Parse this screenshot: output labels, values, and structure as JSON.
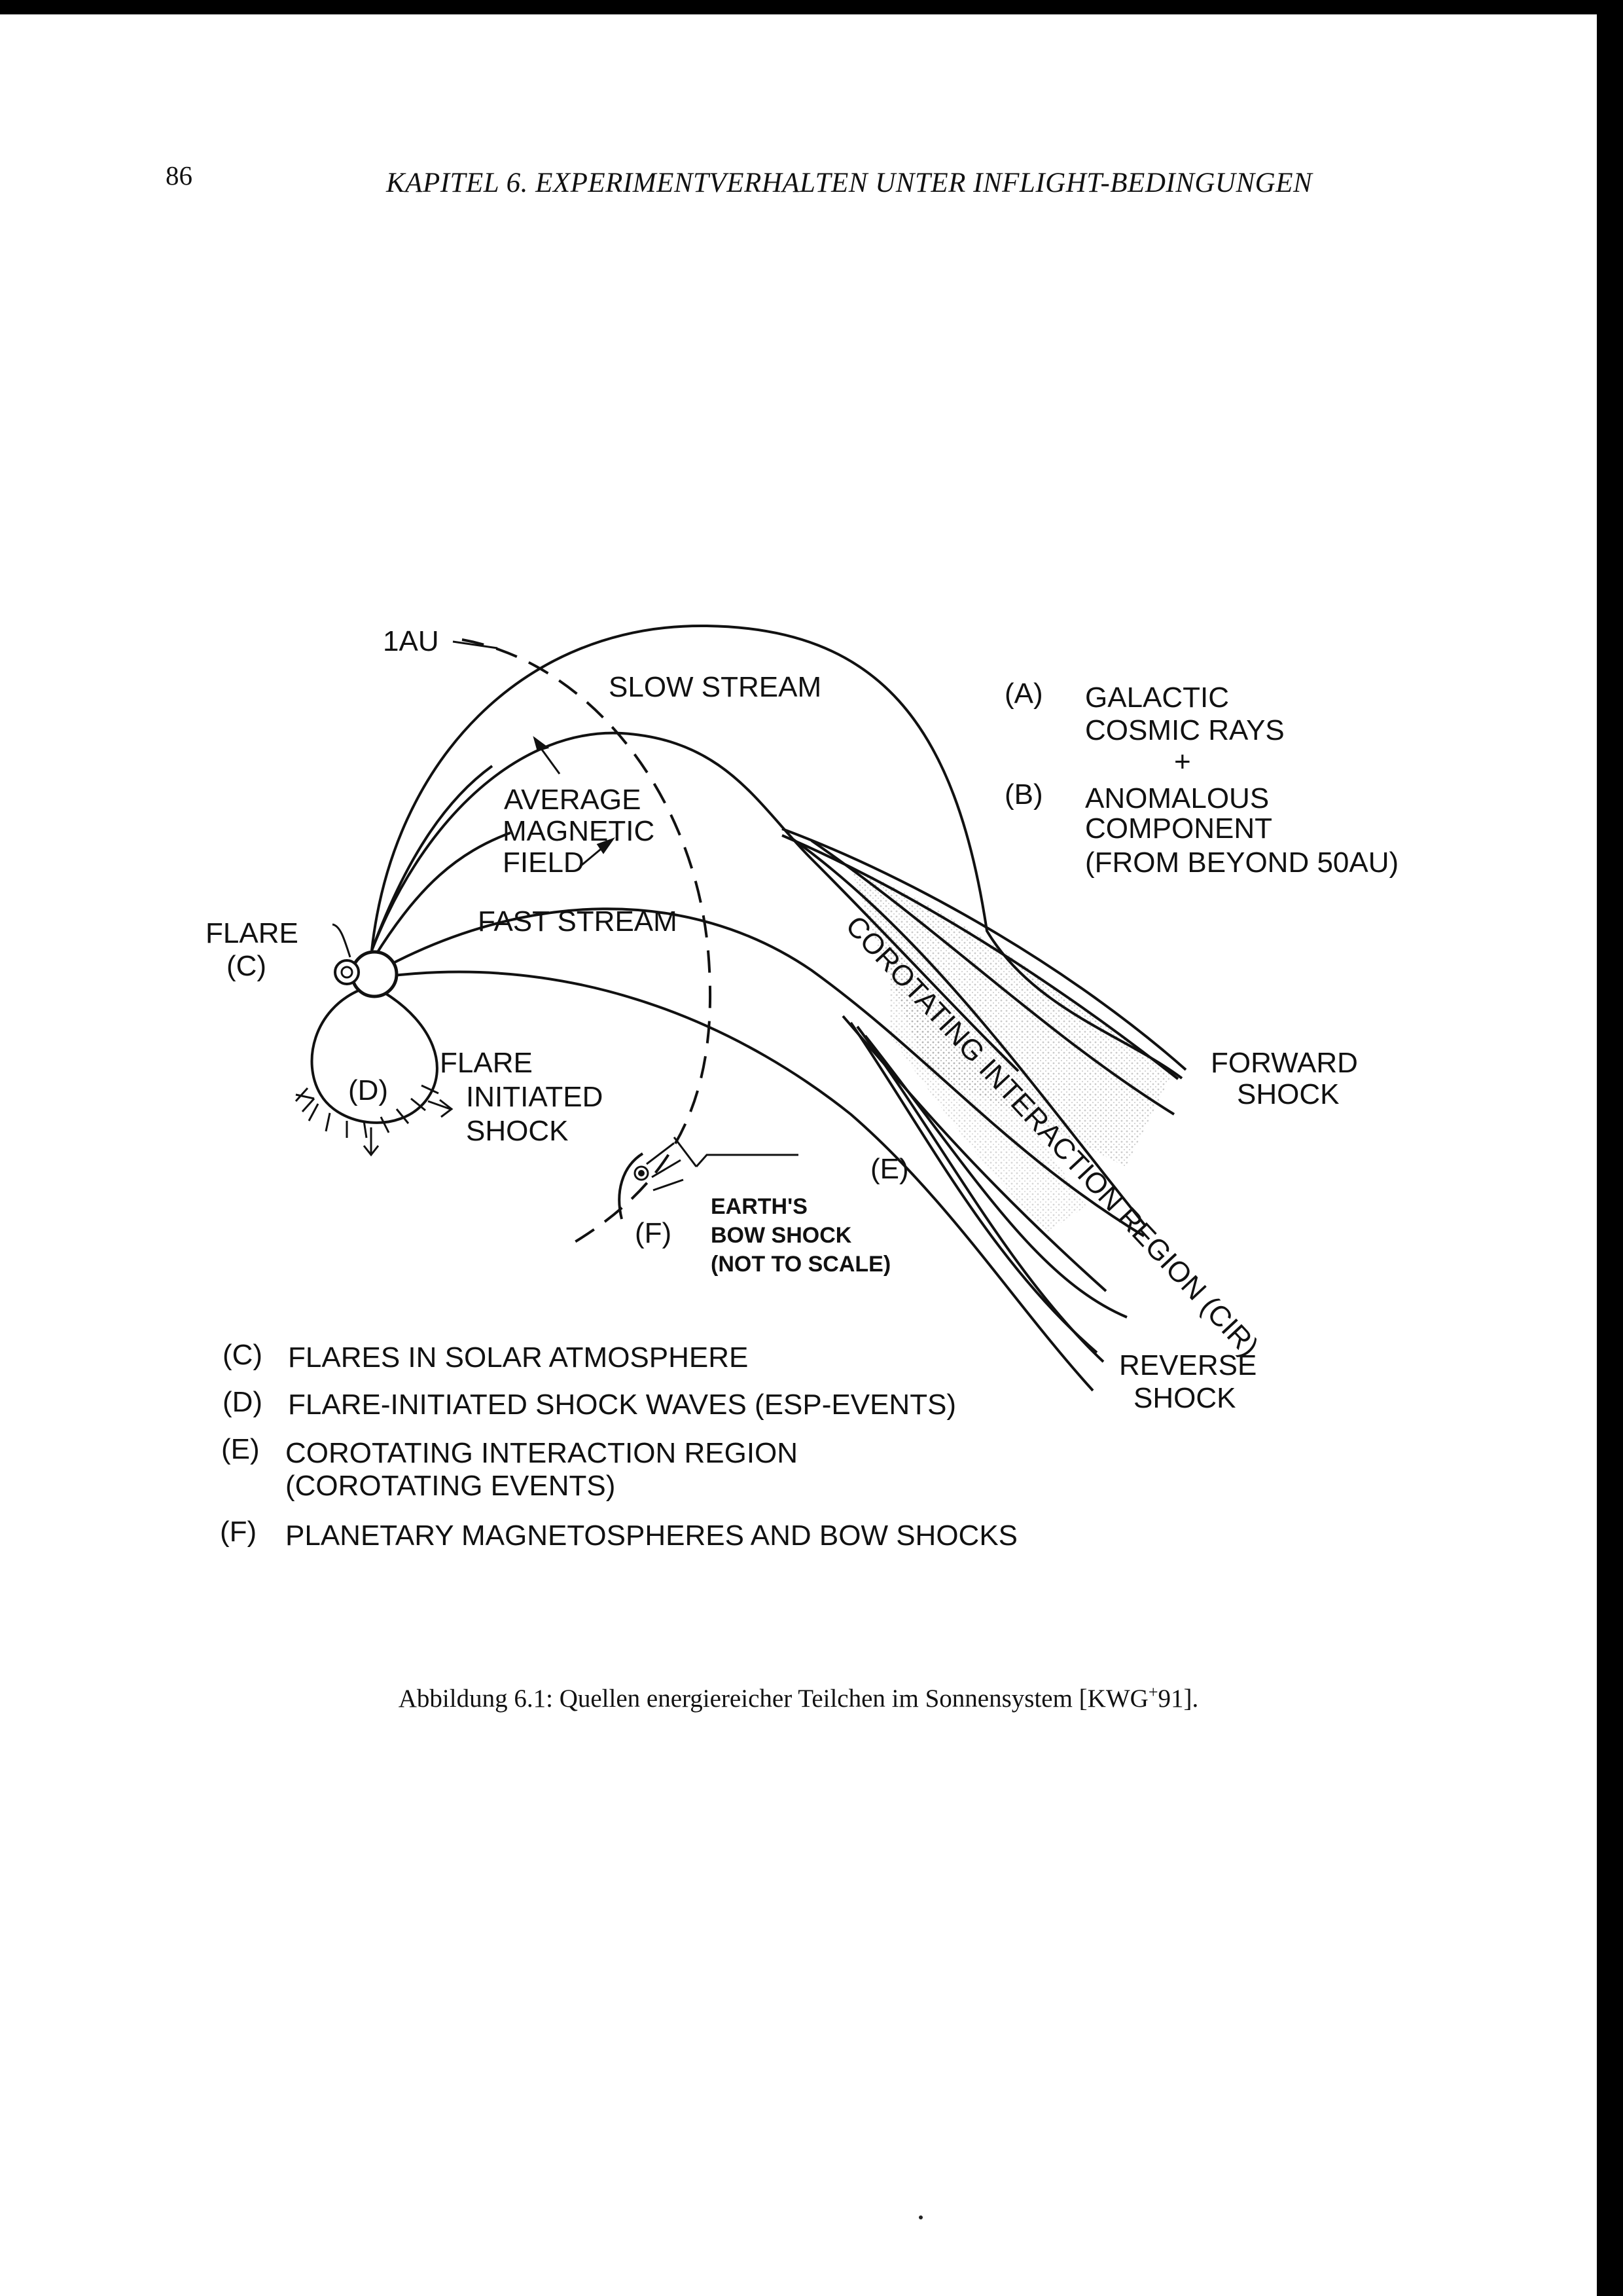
{
  "header": {
    "page_number": "86",
    "running_title": "KAPITEL 6.  EXPERIMENTVERHALTEN UNTER INFLIGHT-BEDINGUNGEN"
  },
  "figure": {
    "labels": {
      "one_au": "1AU",
      "slow_stream": "SLOW STREAM",
      "average_magnetic_field": [
        "AVERAGE",
        "MAGNETIC",
        "FIELD"
      ],
      "fast_stream": "FAST STREAM",
      "flare": "FLARE",
      "flare_letter": "(C)",
      "d_letter": "(D)",
      "flare_initiated_shock": [
        "FLARE",
        "INITIATED",
        "SHOCK"
      ],
      "earth_bow_shock": [
        "EARTH'S",
        "BOW SHOCK",
        "(NOT TO SCALE)"
      ],
      "f_letter": "(F)",
      "e_letter": "(E)",
      "cir": "COROTATING INTERACTION REGION (CIR)",
      "forward_shock": [
        "FORWARD",
        "SHOCK"
      ],
      "reverse_shock": [
        "REVERSE",
        "SHOCK"
      ]
    },
    "key_ab": [
      {
        "letter": "(A)",
        "lines": [
          "GALACTIC",
          "COSMIC RAYS",
          "+"
        ]
      },
      {
        "letter": "(B)",
        "lines": [
          "ANOMALOUS",
          "COMPONENT",
          "(FROM BEYOND 50AU)"
        ]
      }
    ],
    "legend": [
      {
        "letter": "(C)",
        "lines": [
          "FLARES IN SOLAR ATMOSPHERE"
        ]
      },
      {
        "letter": "(D)",
        "lines": [
          "FLARE-INITIATED SHOCK WAVES (ESP-EVENTS)"
        ]
      },
      {
        "letter": "(E)",
        "lines": [
          "COROTATING INTERACTION REGION",
          "(COROTATING EVENTS)"
        ]
      },
      {
        "letter": "(F)",
        "lines": [
          "PLANETARY MAGNETOSPHERES AND BOW SHOCKS"
        ]
      }
    ]
  },
  "caption": {
    "label": "Abbildung 6.1:",
    "text": "Quellen energiereicher Teilchen im Sonnensystem [KWG",
    "superscript": "+",
    "suffix": "91]."
  }
}
